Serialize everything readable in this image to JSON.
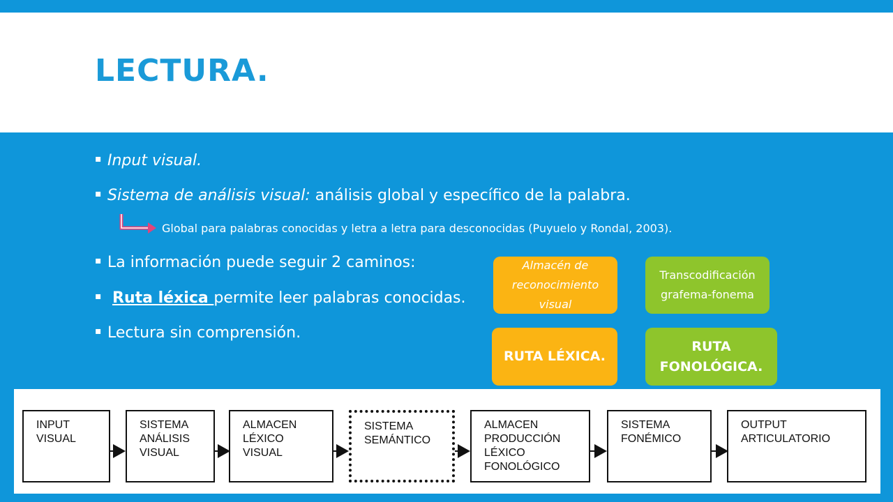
{
  "slide": {
    "title": "LECTURA.",
    "bullets": {
      "b1": {
        "italic": "Input visual."
      },
      "b2": {
        "italic": "Sistema de análisis visual:",
        "rest": " análisis global y específico de la palabra."
      },
      "sub": "Global para palabras conocidas y letra a letra para desconocidas (Puyuelo y Rondal, 2003).",
      "b3": {
        "text": "La información puede seguir 2 caminos:"
      },
      "b4": {
        "link": "Ruta léxica ",
        "rest": "permite leer palabras conocidas."
      },
      "b5": {
        "text": "Lectura sin comprensión."
      }
    },
    "boxes": {
      "almacen": "Almacén de reconocimiento visual",
      "transcod": "Transcodificación grafema-fonema",
      "ruta_lexica": "RUTA LÉXICA.",
      "ruta_fonologica": "RUTA FONOLÓGICA."
    },
    "colors": {
      "blue": "#0f96da",
      "yellow": "#fbb413",
      "green": "#8ec52c",
      "title": "#1a9ad8"
    }
  },
  "diagram": {
    "nodes": [
      "INPUT\nVISUAL",
      "SISTEMA\nANÁLISIS\nVISUAL",
      "ALMACEN\nLÉXICO\nVISUAL",
      "SISTEMA\nSEMÁNTICO",
      "ALMACEN\nPRODUCCIÓN\nLÉXICO\nFONOLÓGICO",
      "SISTEMA\nFONÉMICO",
      "OUTPUT\nARTICULATORIO"
    ]
  }
}
